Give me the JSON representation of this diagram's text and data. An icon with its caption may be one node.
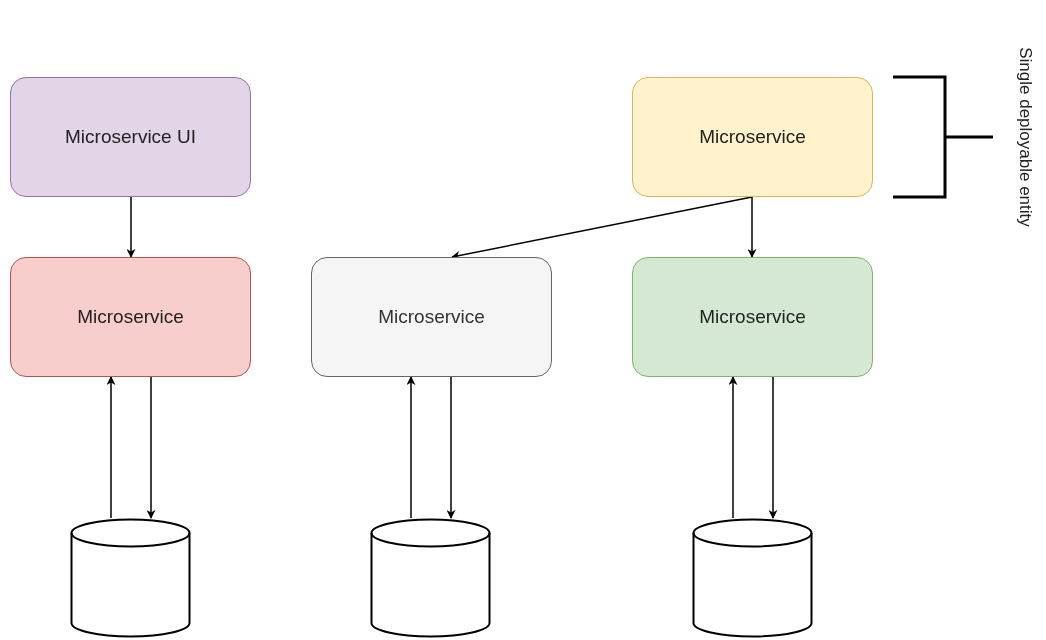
{
  "diagram": {
    "nodes": [
      {
        "text": [
          "Microservice UI"
        ]
      },
      {
        "text": [
          "Microservice"
        ]
      },
      {
        "text": [
          "Microservice"
        ]
      },
      {
        "text": [
          "Microservice"
        ]
      },
      {
        "text": [
          "Microservice"
        ]
      },
      {
        "text": [],
        "shape": "cylinder"
      },
      {
        "text": [],
        "shape": "cylinder"
      },
      {
        "text": [],
        "shape": "cylinder"
      }
    ],
    "edges": [
      {
        "from": 0,
        "to": 2,
        "arrow": "to"
      },
      {
        "from": 1,
        "to": 3,
        "arrow": "to"
      },
      {
        "from": 1,
        "to": 4,
        "arrow": "to"
      },
      {
        "from": 5,
        "to": 2,
        "arrow": "to"
      },
      {
        "from": 2,
        "to": 5,
        "arrow": "to"
      },
      {
        "from": 6,
        "to": 3,
        "arrow": "to"
      },
      {
        "from": 3,
        "to": 6,
        "arrow": "to"
      },
      {
        "from": 7,
        "to": 4,
        "arrow": "to"
      },
      {
        "from": 4,
        "to": 7,
        "arrow": "to"
      }
    ],
    "labels": [
      "Single deployable entity"
    ]
  }
}
